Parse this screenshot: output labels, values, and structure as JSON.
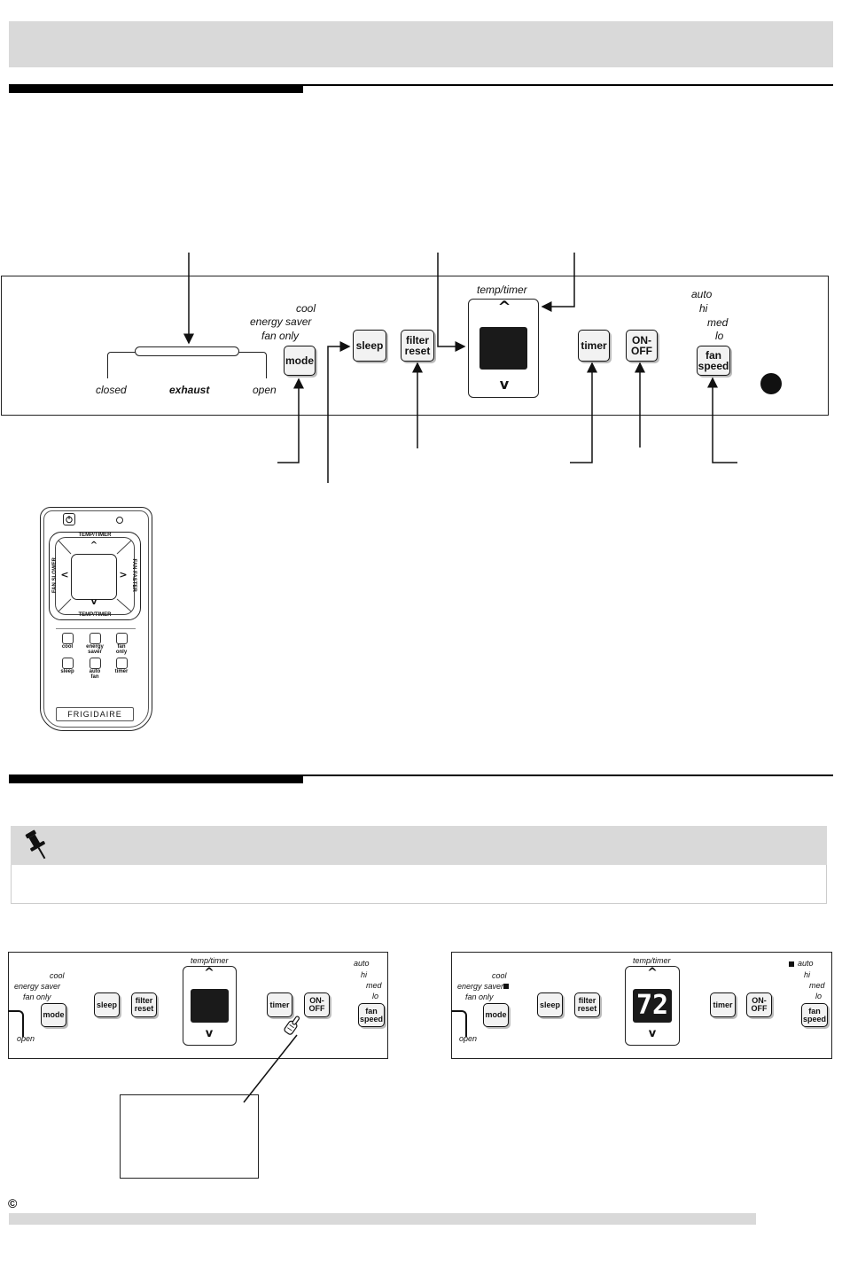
{
  "main_panel": {
    "exhaust": {
      "closed": "closed",
      "label": "exhaust",
      "open": "open"
    },
    "mode_options": [
      "cool",
      "energy saver",
      "fan only"
    ],
    "buttons": {
      "mode": "mode",
      "sleep": "sleep",
      "filter_reset": "filter\nreset",
      "timer": "timer",
      "on_off": "ON-\nOFF",
      "fan_speed": "fan\nspeed"
    },
    "temp_timer_label": "temp/timer",
    "up": "^",
    "down": "v",
    "fan_speed_options": [
      "auto",
      "hi",
      "med",
      "lo"
    ]
  },
  "remote": {
    "power_icon": "power-icon",
    "temp_timer_top": "TEMP/TIMER",
    "temp_timer_bottom": "TEMP/TIMER",
    "fan_slower": "FAN SLOWER",
    "fan_faster": "FAN FASTER",
    "buttons": [
      "cool",
      "energy\nsaver",
      "fan\nonly",
      "sleep",
      "auto\nfan",
      "timer"
    ],
    "brand": "FRIGIDAIRE"
  },
  "note": {
    "icon": "pushpin-icon"
  },
  "panel_left": {
    "mode_options": [
      "cool",
      "energy saver",
      "fan only"
    ],
    "open": "open",
    "buttons": {
      "mode": "mode",
      "sleep": "sleep",
      "filter_reset": "filter\nreset",
      "timer": "timer",
      "on_off": "ON-\nOFF",
      "fan_speed": "fan\nspeed"
    },
    "temp_timer_label": "temp/timer",
    "fan_speed_options": [
      "auto",
      "hi",
      "med",
      "lo"
    ]
  },
  "panel_right": {
    "mode_options": [
      "cool",
      "energy saver",
      "fan only"
    ],
    "selected_mode": "energy saver",
    "open": "open",
    "buttons": {
      "mode": "mode",
      "sleep": "sleep",
      "filter_reset": "filter\nreset",
      "timer": "timer",
      "on_off": "ON-\nOFF",
      "fan_speed": "fan\nspeed"
    },
    "temp_timer_label": "temp/timer",
    "display_value": "72",
    "fan_speed_options": [
      "auto",
      "hi",
      "med",
      "lo"
    ],
    "selected_fan": "auto"
  },
  "footer": {
    "copyright": "©"
  }
}
